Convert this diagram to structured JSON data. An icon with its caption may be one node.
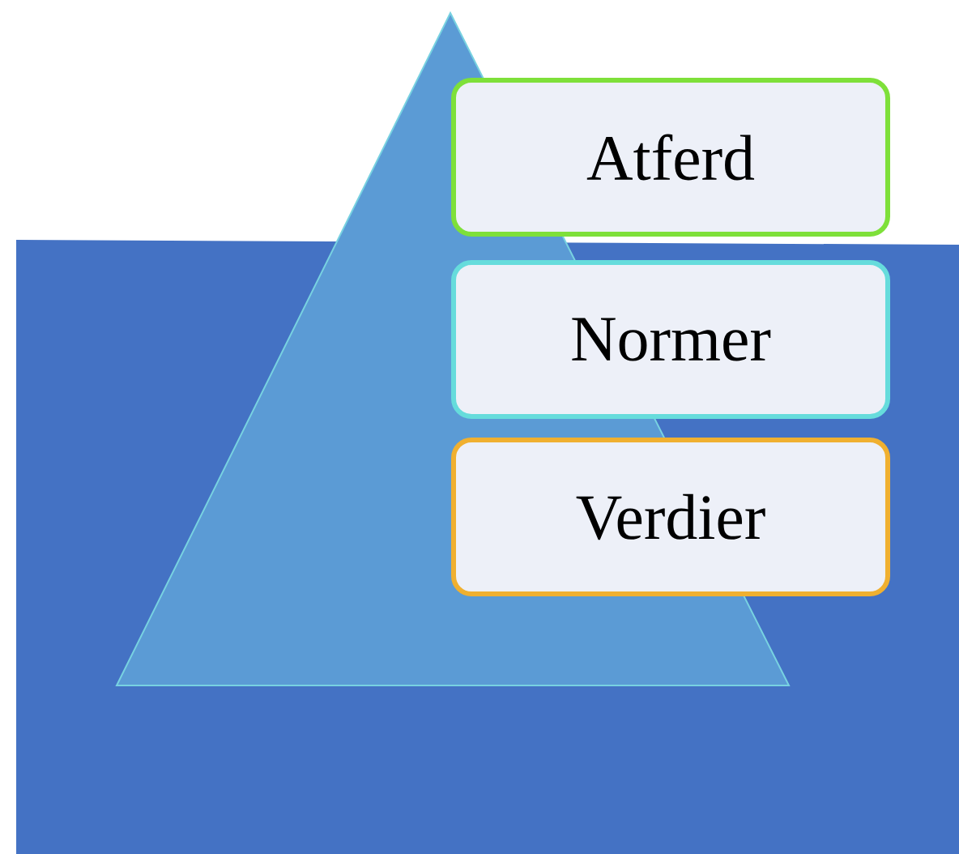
{
  "diagram": {
    "nodes": [
      {
        "text": [
          "Atferd"
        ]
      },
      {
        "text": [
          "Normer"
        ]
      },
      {
        "text": [
          "Verdier"
        ]
      }
    ]
  }
}
